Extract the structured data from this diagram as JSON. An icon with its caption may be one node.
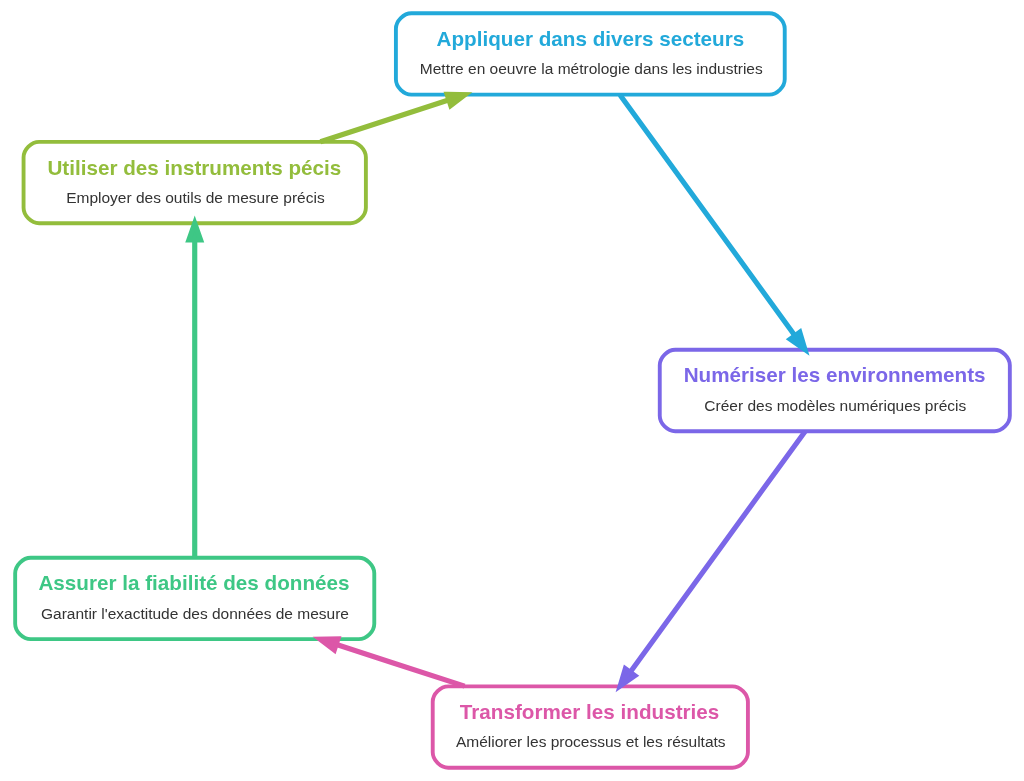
{
  "diagram": {
    "nodes": [
      {
        "text": [
          "Transformer les industries",
          "Améliorer les processus et les résultats"
        ]
      },
      {
        "text": [
          "Assurer la fiabilité des données",
          "Garantir l'exactitude des données de mesure"
        ]
      },
      {
        "text": [
          "Utiliser des instruments pécis",
          "Employer des outils de mesure précis"
        ]
      },
      {
        "text": [
          "Appliquer dans divers secteurs",
          "Mettre en oeuvre la métrologie dans les industries"
        ]
      },
      {
        "text": [
          "Numériser les environnements",
          "Créer des modèles numériques précis"
        ]
      }
    ],
    "edges": [
      {
        "from": 0,
        "to": 1,
        "arrow": "to",
        "color": "#dc57a8"
      },
      {
        "from": 1,
        "to": 2,
        "arrow": "to",
        "color": "#3ec785"
      },
      {
        "from": 2,
        "to": 3,
        "arrow": "to",
        "color": "#93bd3c"
      },
      {
        "from": 3,
        "to": 4,
        "arrow": "to",
        "color": "#22a9da"
      },
      {
        "from": 4,
        "to": 0,
        "arrow": "to",
        "color": "#7b67e8"
      }
    ]
  }
}
